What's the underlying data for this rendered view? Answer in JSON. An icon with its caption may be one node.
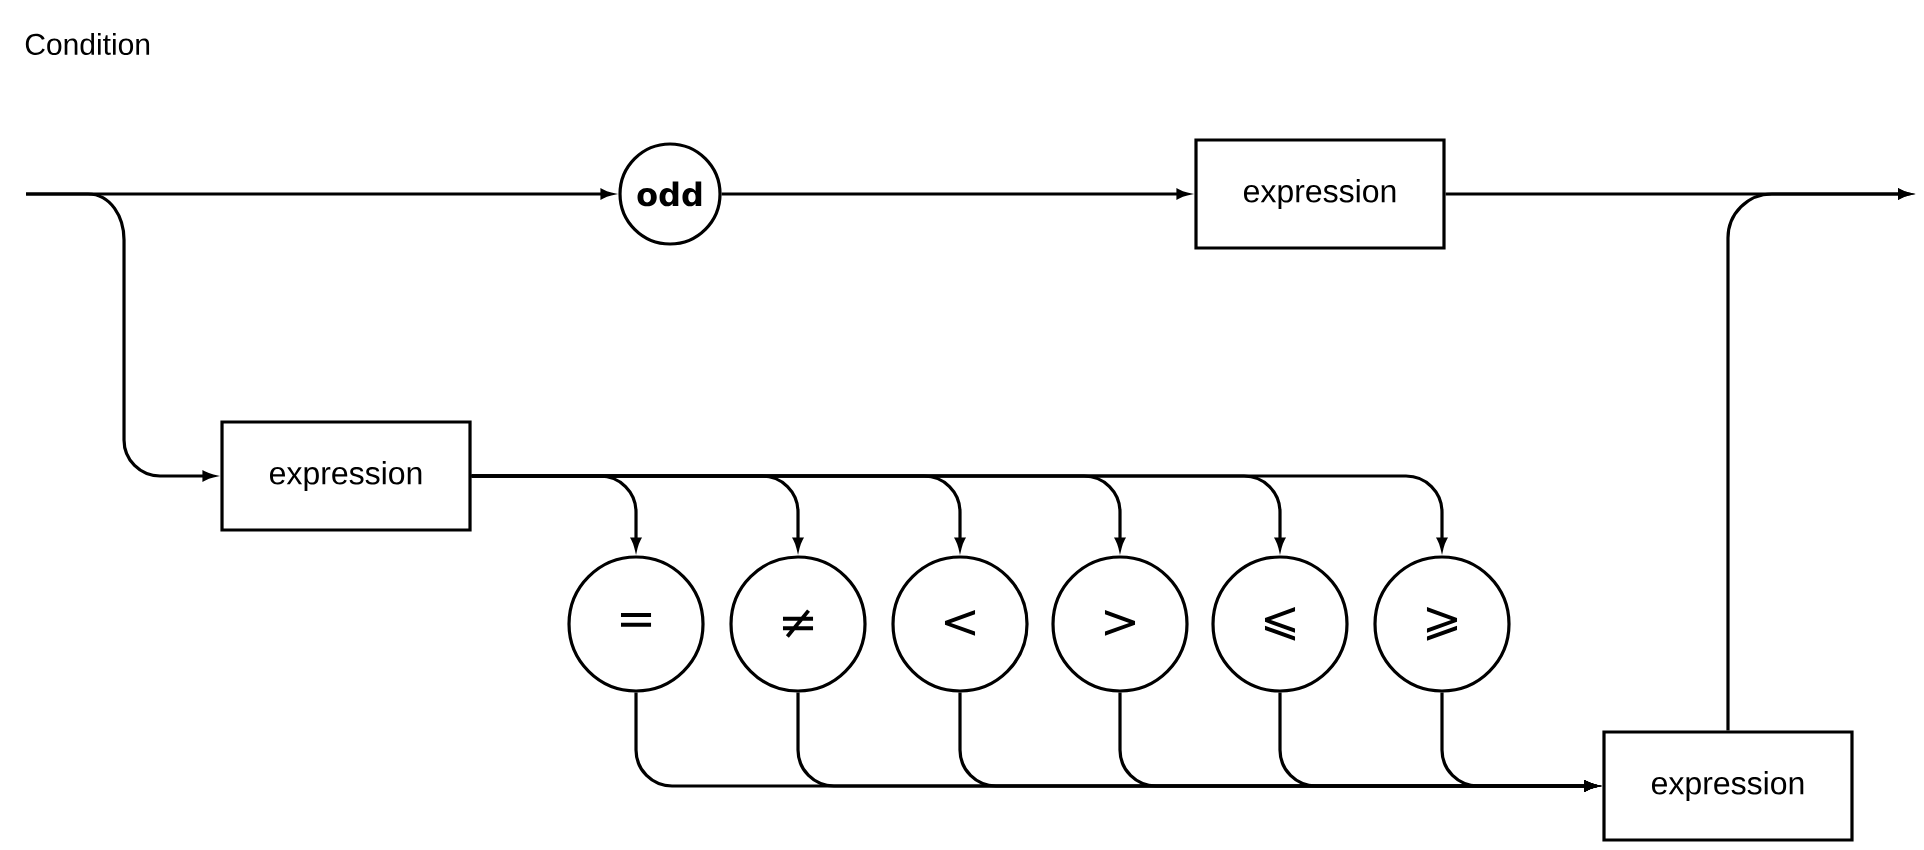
{
  "diagram": {
    "title": "Condition",
    "nodes": [
      {
        "text": [
          "odd"
        ]
      },
      {
        "text": [
          "expression"
        ]
      },
      {
        "text": [
          "expression"
        ]
      },
      {
        "text": [
          "="
        ]
      },
      {
        "text": [
          "≠"
        ]
      },
      {
        "text": [
          "<"
        ]
      },
      {
        "text": [
          ">"
        ]
      },
      {
        "text": [
          "⩽"
        ]
      },
      {
        "text": [
          "⩾"
        ]
      },
      {
        "text": [
          "expression"
        ]
      }
    ],
    "edges": [
      {
        "from": null,
        "to": 0,
        "arrow": "to"
      },
      {
        "from": null,
        "to": 2,
        "arrow": "to"
      },
      {
        "from": 0,
        "to": 1,
        "arrow": "to"
      },
      {
        "from": 1,
        "to": null,
        "arrow": "to"
      },
      {
        "from": 2,
        "to": 3,
        "arrow": "to"
      },
      {
        "from": 2,
        "to": 4,
        "arrow": "to"
      },
      {
        "from": 2,
        "to": 5,
        "arrow": "to"
      },
      {
        "from": 2,
        "to": 6,
        "arrow": "to"
      },
      {
        "from": 2,
        "to": 7,
        "arrow": "to"
      },
      {
        "from": 2,
        "to": 8,
        "arrow": "to"
      },
      {
        "from": 3,
        "to": 9,
        "arrow": "to"
      },
      {
        "from": 4,
        "to": 9,
        "arrow": "to"
      },
      {
        "from": 5,
        "to": 9,
        "arrow": "to"
      },
      {
        "from": 6,
        "to": 9,
        "arrow": "to"
      },
      {
        "from": 7,
        "to": 9,
        "arrow": "to"
      },
      {
        "from": 8,
        "to": 9,
        "arrow": "to"
      },
      {
        "from": 9,
        "to": null,
        "arrow": "to"
      }
    ]
  }
}
